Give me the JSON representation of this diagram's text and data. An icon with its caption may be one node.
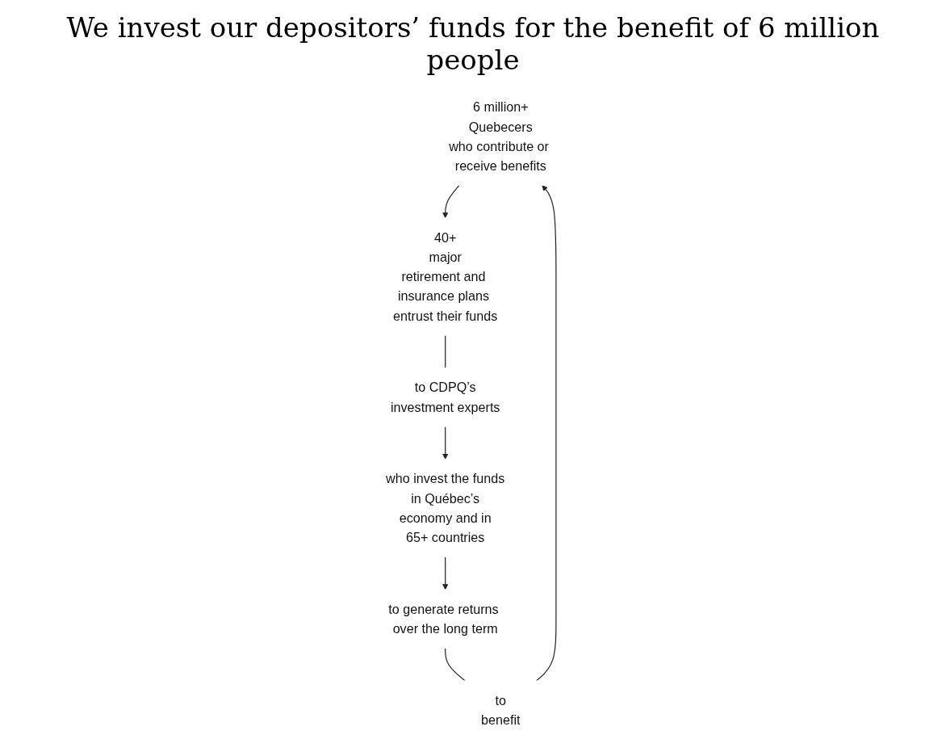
{
  "diagram": {
    "title": "We invest our depositors’ funds for the benefit of 6 million people",
    "nodes": [
      {
        "text": [
          "6 million+",
          "Quebecers",
          "who contribute or receive benefits"
        ]
      },
      {
        "text": [
          "40+",
          "major",
          "retirement and insurance plans entrust their funds"
        ]
      },
      {
        "text": [
          "to CDPQ’s",
          "investment experts"
        ]
      },
      {
        "text": [
          "who invest the funds",
          "in Québec’s",
          "economy and in",
          "65+ countries"
        ]
      },
      {
        "text": [
          "to generate returns over the long term"
        ]
      },
      {
        "text": [
          "to",
          "benefit"
        ]
      }
    ],
    "edges": [
      {
        "from": 0,
        "to": 1,
        "arrow": "to"
      },
      {
        "from": 1,
        "to": 2,
        "arrow": "none"
      },
      {
        "from": 2,
        "to": 3,
        "arrow": "to"
      },
      {
        "from": 3,
        "to": 4,
        "arrow": "to"
      },
      {
        "from": 4,
        "to": 5,
        "arrow": "none"
      },
      {
        "from": 5,
        "to": 0,
        "arrow": "to"
      }
    ]
  }
}
